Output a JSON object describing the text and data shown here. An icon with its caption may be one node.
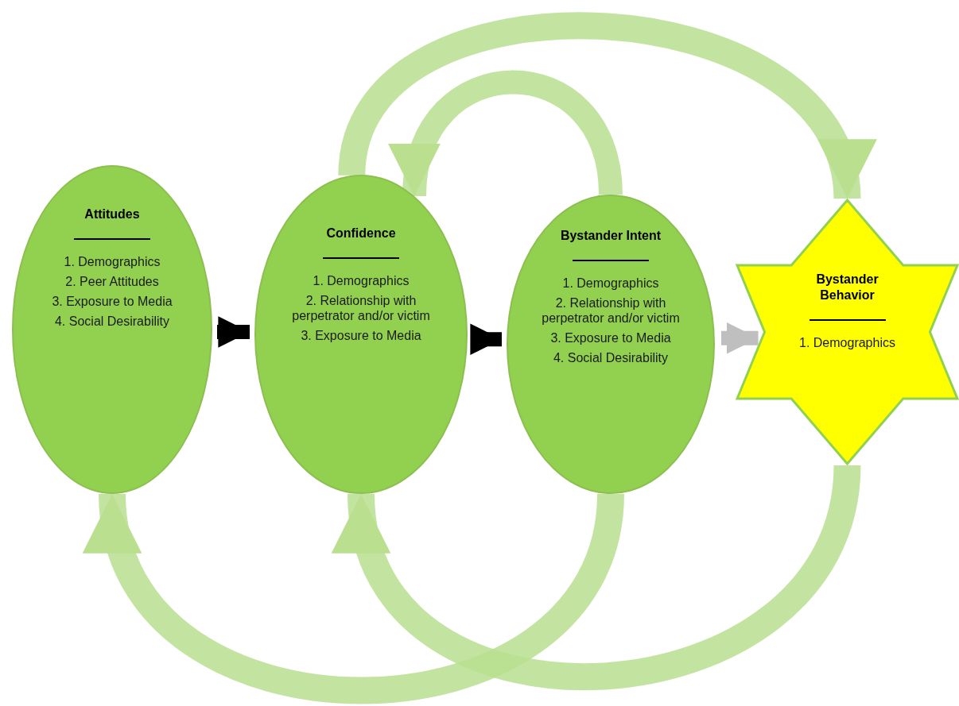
{
  "diagram": {
    "nodes": [
      {
        "text": [
          "Attitudes",
          "1. Demographics",
          "2. Peer Attitudes",
          "3. Exposure to Media",
          "4. Social Desirability"
        ]
      },
      {
        "text": [
          "Confidence",
          "1. Demographics",
          "2. Relationship with perpetrator and/or victim",
          "3. Exposure to Media"
        ]
      },
      {
        "text": [
          "Bystander Intent",
          "1. Demographics",
          "2. Relationship with perpetrator and/or victim",
          "3. Exposure to Media",
          "4. Social Desirability"
        ]
      },
      {
        "text": [
          "Bystander Behavior",
          "1. Demographics"
        ]
      }
    ],
    "edges": [
      {
        "from": 0,
        "to": 1,
        "arrow": "to",
        "color": "#000000"
      },
      {
        "from": 1,
        "to": 2,
        "arrow": "to",
        "color": "#000000"
      },
      {
        "from": 2,
        "to": 3,
        "arrow": "to",
        "color": "#bfbfbf"
      },
      {
        "from": 1,
        "to": 3,
        "arrow": "to"
      },
      {
        "from": 2,
        "to": 1,
        "arrow": "to"
      },
      {
        "from": 2,
        "to": 0,
        "arrow": "to"
      },
      {
        "from": 3,
        "to": 1,
        "arrow": "to"
      }
    ]
  }
}
